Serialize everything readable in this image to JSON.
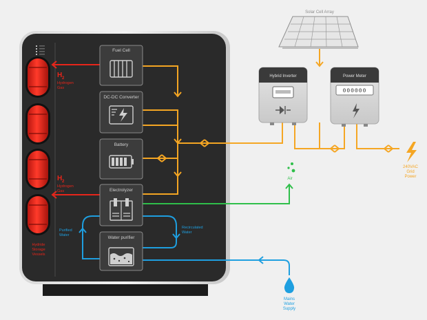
{
  "title": "",
  "colors": {
    "hydrogen": "#e8251a",
    "power": "#f5a623",
    "air": "#2fbf4a",
    "water": "#1e9fe0",
    "cabinet": "#2a2a2a",
    "box": "#3c3c3c",
    "box_stroke": "#8a8a8a",
    "unit": "#dcdcdc",
    "label_grey": "#8c8c8c"
  },
  "icons": {
    "fuel_cell": "fuel-cell-stack-icon",
    "converter": "converter-bolt-icon",
    "battery": "battery-icon",
    "electrolyzer": "electrolyzer-icon",
    "water_purifier": "water-tank-icon",
    "solar": "solar-panel-icon",
    "inverter": "inverter-icon",
    "meter": "meter-counter-icon",
    "grid": "lightning-bolt-icon",
    "air": "air-bubbles-icon",
    "water_drop": "water-drop-icon"
  },
  "components": {
    "fuel_cell": "Fuel Cell",
    "dc_dc": "DC-DC Converter",
    "battery": "Battery",
    "electrolyzer": "Electrolyzer",
    "water_purifier": "Water purifier",
    "solar": "Solar Cell Array",
    "inverter": "Hybrid Inverter",
    "meter": "Power Meter",
    "meter_digits": "000000"
  },
  "labels": {
    "h2_top_symbol": "H",
    "h2_top_sub": "2",
    "h2_top_line1": "Hydrogen",
    "h2_top_line2": "Gas",
    "h2_bot_symbol": "H",
    "h2_bot_sub": "2",
    "h2_bot_line1": "Hydrogen",
    "h2_bot_line2": "Gas",
    "vessels_line1": "Hydride",
    "vessels_line2": "Storage",
    "vessels_line3": "Vessels",
    "purified_line1": "Purified",
    "purified_line2": "Water",
    "recirc_line1": "Recirculated",
    "recirc_line2": "Water",
    "air": "Air",
    "grid_line1": "240VAC",
    "grid_line2": "Grid",
    "grid_line3": "Power",
    "mains_line1": "Mains",
    "mains_line2": "Water",
    "mains_line3": "Supply"
  }
}
